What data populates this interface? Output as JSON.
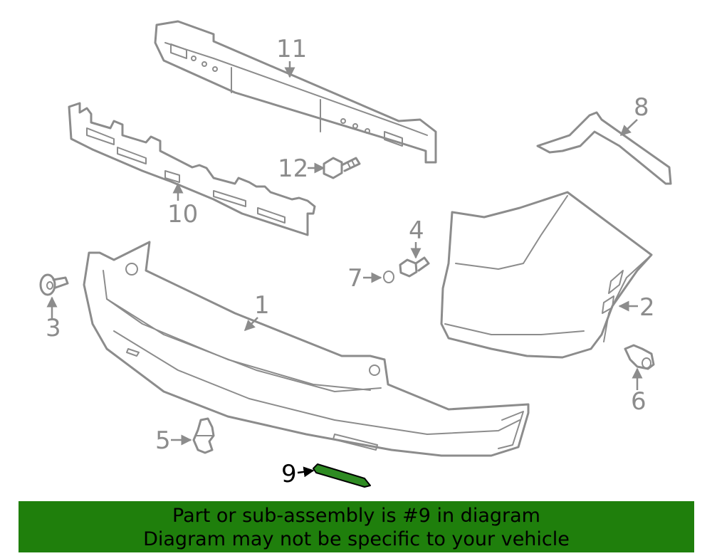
{
  "callouts": {
    "c1": "1",
    "c2": "2",
    "c3": "3",
    "c4": "4",
    "c5": "5",
    "c6": "6",
    "c7": "7",
    "c8": "8",
    "c9": "9",
    "c10": "10",
    "c11": "11",
    "c12": "12"
  },
  "highlight": {
    "part_number": "9",
    "color": "#2e8b22"
  },
  "banner": {
    "line1": "Part or sub-assembly is #9 in diagram",
    "line2": "Diagram may not be specific to your vehicle",
    "background": "#1f7f0c"
  }
}
